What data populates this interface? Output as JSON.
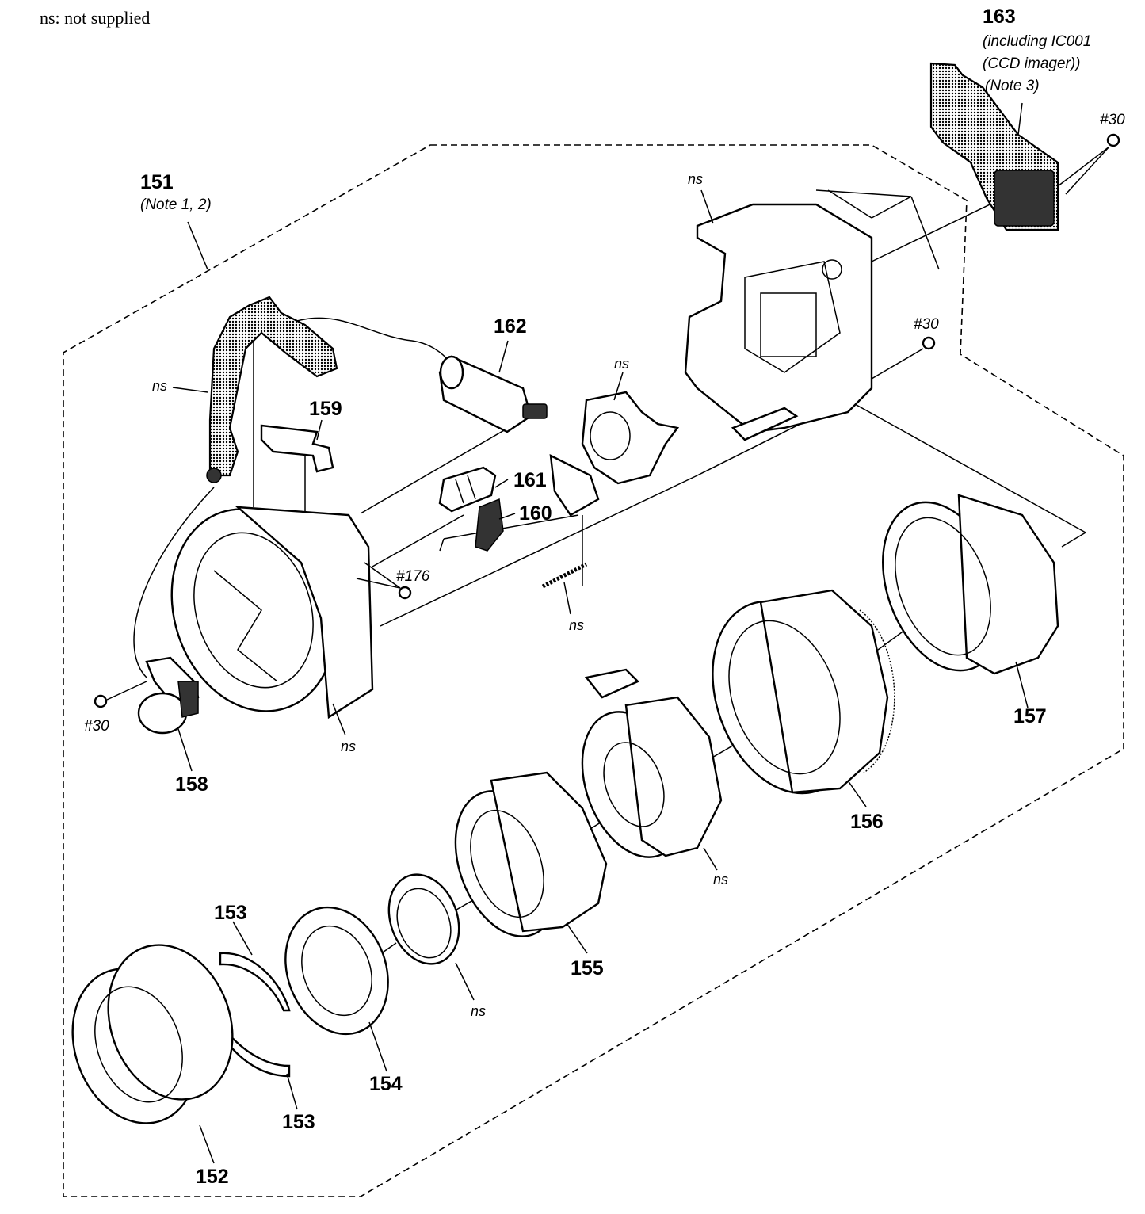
{
  "legend": {
    "ns_note": "ns: not supplied"
  },
  "labels": {
    "p151": "151",
    "p151_note": "(Note 1, 2)",
    "p152": "152",
    "p153a": "153",
    "p153b": "153",
    "p154": "154",
    "p155": "155",
    "p156": "156",
    "p157": "157",
    "p158": "158",
    "p159": "159",
    "p160": "160",
    "p161": "161",
    "p162": "162",
    "p163": "163",
    "p163_line1": "(including IC001",
    "p163_line2": "(CCD imager))",
    "p163_line3": "(Note 3)"
  },
  "screws": {
    "s30_top": "#30",
    "s30_mid": "#30",
    "s30_left": "#30",
    "s176": "#176"
  },
  "ns_labels": {
    "ns_back_frame": "ns",
    "ns_flex": "ns",
    "ns_shutter": "ns",
    "ns_spring": "ns",
    "ns_ring_front": "ns",
    "ns_cam_ring": "ns",
    "ns_lens_group": "ns"
  }
}
